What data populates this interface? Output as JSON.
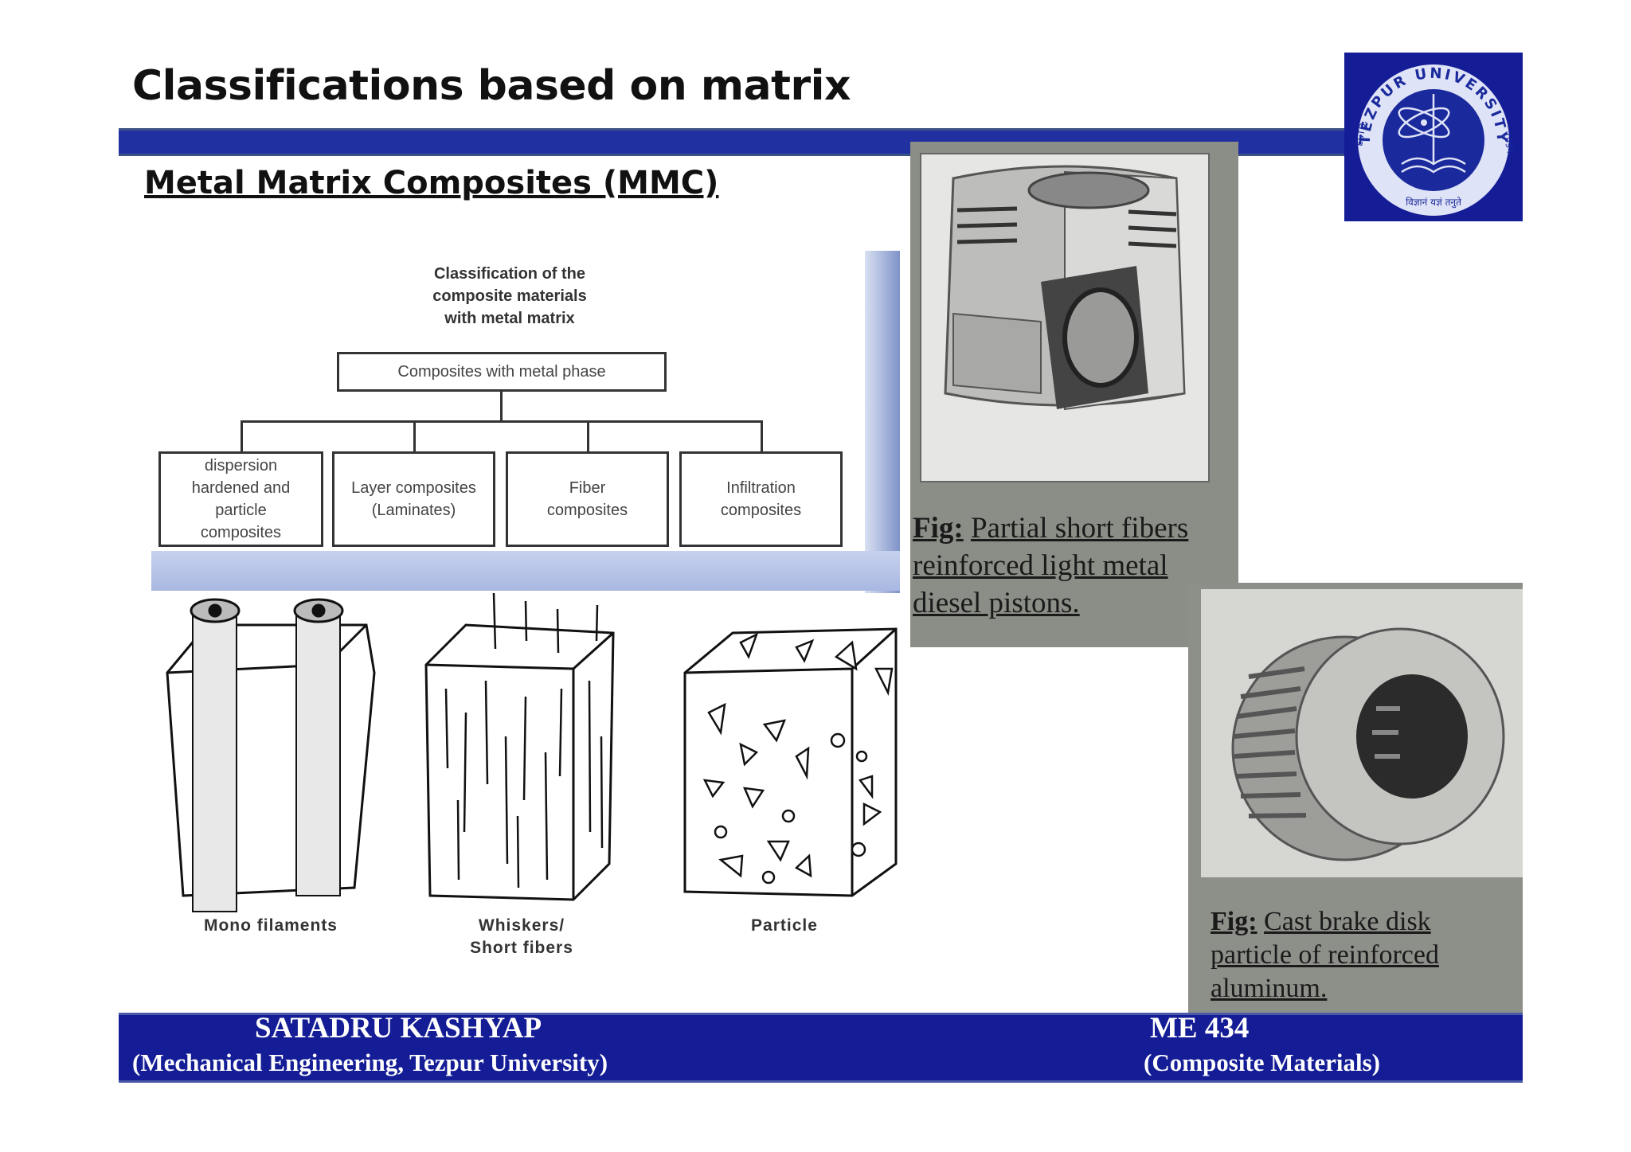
{
  "slide": {
    "title": "Classifications based on matrix",
    "section_heading": "Metal Matrix Composites (MMC)"
  },
  "logo": {
    "ring_text": "TEZPUR UNIVERSITY",
    "estd": "ESTD.",
    "year": "1994",
    "motto": "विज्ञानं यज्ञं तनुते",
    "colors": {
      "background": "#151d96",
      "ring": "#dfe3f7"
    }
  },
  "diagram": {
    "title_lines": [
      "Classification of the",
      "composite materials",
      "with metal matrix"
    ],
    "root": "Composites with metal phase",
    "children": [
      {
        "lines": [
          "dispersion",
          "hardened and",
          "particle",
          "composites"
        ]
      },
      {
        "lines": [
          "Layer composites",
          "(Laminates)"
        ]
      },
      {
        "lines": [
          "Fiber",
          "composites"
        ]
      },
      {
        "lines": [
          "Infiltration",
          "composites"
        ]
      }
    ]
  },
  "illustrations": [
    {
      "label_lines": [
        "Mono filaments"
      ]
    },
    {
      "label_lines": [
        "Whiskers/",
        "Short fibers"
      ]
    },
    {
      "label_lines": [
        "Particle"
      ]
    }
  ],
  "figures": {
    "piston": {
      "fig_label": "Fig:",
      "caption_lines": [
        "Partial short fibers",
        "reinforced light metal",
        "diesel pistons."
      ]
    },
    "brake_disk": {
      "fig_label": "Fig:",
      "caption_lines": [
        "Cast brake disk",
        "particle of reinforced",
        "aluminum."
      ]
    }
  },
  "footer": {
    "author": "SATADRU KASHYAP",
    "affiliation": "(Mechanical Engineering, Tezpur University)",
    "course_code": "ME 434",
    "course_name": "(Composite Materials)",
    "color": "#151d96"
  }
}
